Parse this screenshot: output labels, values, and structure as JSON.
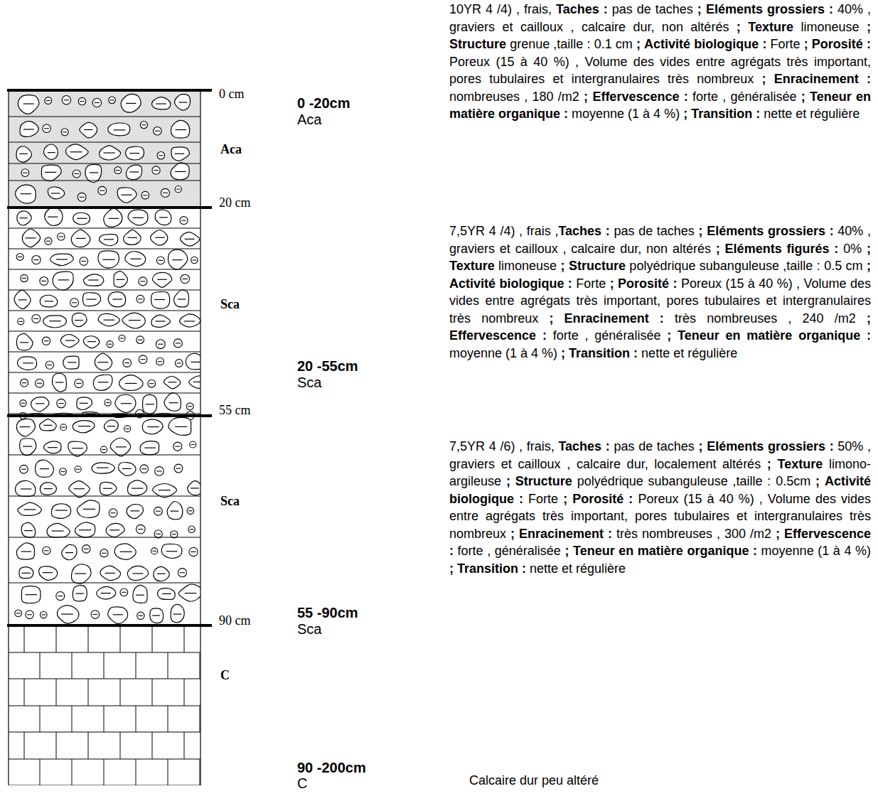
{
  "diagram": {
    "nodes": [
      {
        "text": [
          "Aca"
        ]
      },
      {
        "text": [
          "Sca"
        ]
      },
      {
        "text": [
          "Sca"
        ]
      },
      {
        "text": [
          "C"
        ]
      }
    ],
    "labels": [
      "0 cm",
      "20 cm",
      "55 cm",
      "90 cm",
      "0 -20cm",
      "Aca",
      "20 -55cm",
      "Sca",
      "55 -90cm",
      "Sca",
      "90 -200cm",
      "C",
      "10YR 4 /4) , frais, Taches : pas de taches ; Eléments grossiers : 40% , graviers et cailloux , calcaire dur, non altérés ; Texture limoneuse ; Structure grenue ,taille : 0.1 cm ; Activité biologique : Forte ; Porosité : Poreux (15 à 40 %) , Volume des vides entre agrégats très important, pores tubulaires et intergranulaires très nombreux ; Enracinement : nombreuses , 180 /m2 ; Effervescence : forte , généralisée ; Teneur en matière organique : moyenne (1 à 4 %) ; Transition : nette et régulière",
      "7,5YR 4 /4) , frais ,Taches : pas de taches ; Eléments grossiers : 40% , graviers et cailloux , calcaire dur, non altérés ; Eléments figurés : 0% ; Texture limoneuse ; Structure polyédrique subanguleuse ,taille : 0.5 cm ; Activité biologique : Forte ; Porosité : Poreux (15 à 40 %) , Volume des vides entre agrégats très important, pores tubulaires et intergranulaires très nombreux ; Enracinement : très nombreuses , 240 /m2 ; Effervescence : forte , généralisée ; Teneur en matière organique : moyenne (1 à 4 %) ; Transition : nette et régulière",
      "7,5YR 4 /6) , frais, Taches : pas de taches ; Eléments grossiers : 50% , graviers et cailloux , calcaire dur, localement altérés ; Texture limono-argileuse ; Structure polyédrique subanguleuse ,taille : 0.5cm ; Activité biologique : Forte ; Porosité : Poreux (15 à 40 %) , Volume des vides entre agrégats très important, pores tubulaires et intergranulaires très nombreux ; Enracinement : très nombreuses , 300 /m2 ; Effervescence : forte , généralisée ; Teneur en matière organique : moyenne (1 à 4 %) ; Transition : nette et régulière",
      "Calcaire dur peu altéré"
    ]
  }
}
